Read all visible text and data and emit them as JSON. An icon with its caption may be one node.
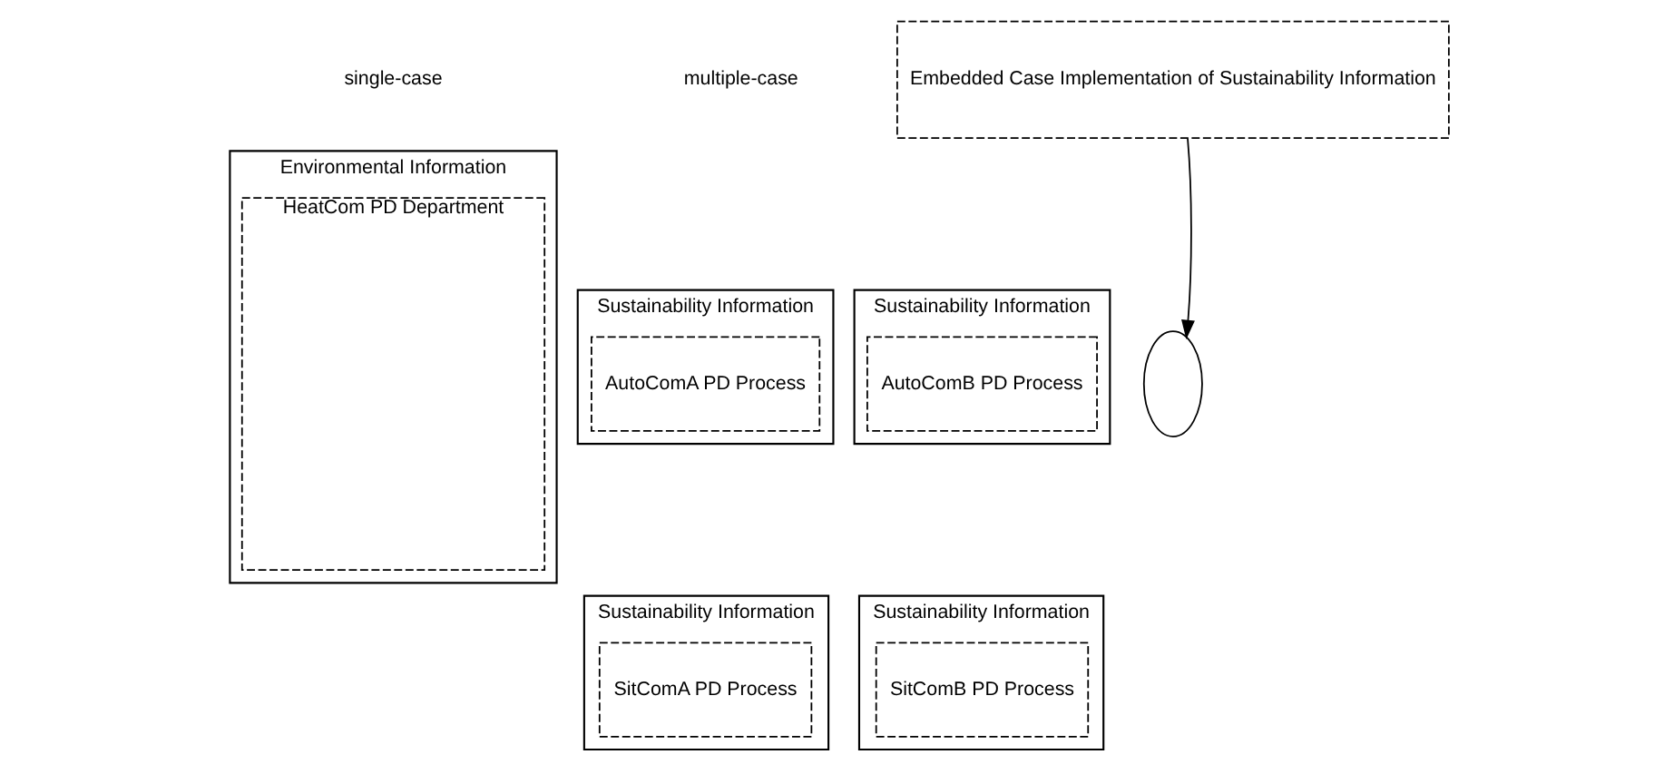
{
  "diagram": {
    "nodes": [
      {
        "text": [
          "Environmental Information"
        ]
      },
      {
        "text": [
          "HeatCom PD Department"
        ],
        "in": 0
      },
      {
        "text": [
          "Sustainability Information"
        ]
      },
      {
        "text": [
          "AutoComA PD Process"
        ],
        "in": 2
      },
      {
        "text": [
          "Sustainability Information"
        ]
      },
      {
        "text": [
          "AutoComB PD Process"
        ],
        "in": 4
      },
      {
        "text": [
          "Sustainability Information"
        ]
      },
      {
        "text": [
          "SitComA PD Process"
        ],
        "in": 6
      },
      {
        "text": [
          "Sustainability Information"
        ]
      },
      {
        "text": [
          "SitComB PD Process"
        ],
        "in": 8
      },
      {
        "text": [],
        "shape": "ellipse"
      },
      {
        "text": [
          "Embedded Case Implementation of Sustainability Information"
        ]
      }
    ],
    "edges": [
      {
        "from": 11,
        "to": 10,
        "arrow": "to"
      }
    ],
    "labels": [
      "single-case",
      "multiple-case"
    ]
  }
}
